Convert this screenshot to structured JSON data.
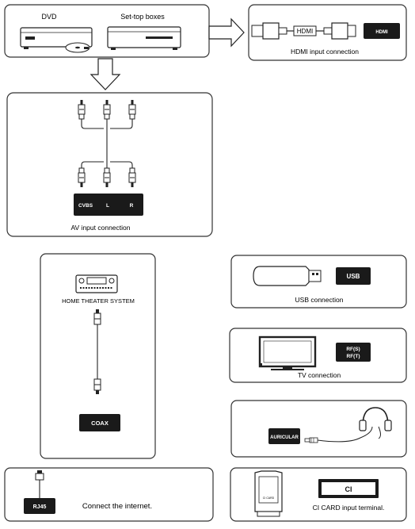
{
  "sources": {
    "dvd_label": "DVD",
    "settop_label": "Set-top boxes"
  },
  "hdmi": {
    "cable_label": "HDMI",
    "port_label": "HDMI",
    "caption": "HDMI input connection"
  },
  "av": {
    "ports": [
      "CVBS",
      "L",
      "R"
    ],
    "caption": "AV input connection"
  },
  "coax": {
    "device_label": "HOME THEATER SYSTEM",
    "port_label": "COAX"
  },
  "usb": {
    "port_label": "USB",
    "caption": "USB connection"
  },
  "tv": {
    "port_line1": "RF(S)",
    "port_line2": "RF(T)",
    "caption": "TV connection"
  },
  "headphone": {
    "port_label": "AURICULAR"
  },
  "network": {
    "port_label": "RJ45",
    "caption": "Connect the internet."
  },
  "ci": {
    "card_text": "CI CARD",
    "port_label": "CI",
    "caption": "CI CARD input terminal."
  },
  "colors": {
    "line": "#222222",
    "port_bg": "#1a1a1a",
    "port_text": "#ffffff",
    "panel_border": "#333333"
  }
}
